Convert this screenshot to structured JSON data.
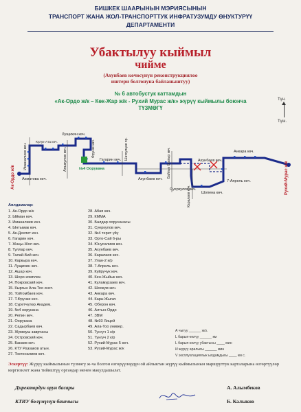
{
  "header": {
    "line1": "БИШКЕК ШААРЫНЫН МЭРИЯСЫНЫН",
    "line2": "ТРАНСПОРТ ЖАНА ЖОЛ-ТРАНСПОРТТУК ИНФРАТУЗУМДУ ӨНУКТУРҮҮ",
    "line3": "ДЕПАРТАМЕНТИ"
  },
  "title": {
    "line1": "Убактылуу кыймыл",
    "line2": "чийме"
  },
  "subtitle": {
    "line1": "(Ахунбаев көчөсүнүн реконструкциялоо",
    "line2": "иштери болгонуна байланыштуу)"
  },
  "route": {
    "line1": "№ 6  автобустук каттамдын",
    "line2": "«Ак-Ордо ж/к – Көк-Жар ж/к - Рухий Мурас ж/к» жүрүү кыймылы боюнча",
    "line3": "ТҮЗМӨГҮ"
  },
  "compass": {
    "north": "Түн.",
    "south": "Түш."
  },
  "map_labels": {
    "ak_ordo": "Ак-Ордо ж/к",
    "akhmatova": "Ахматова көч.",
    "imanaliev": "Иманалиев көч.",
    "kuluk_ata": "Кулук-Ата көч.",
    "lushchikhin": "Лущихин көч.",
    "fronze": "Фрунзе көч.",
    "alykulov": "Алыкулов көч.",
    "gagarin": "Гагарин көч.",
    "oorukana": "№4 Оорукана",
    "shatsultsov": "Шатсулцов пр.",
    "akhunbaev_left": "Ахунбаев көч.",
    "baytyk": "Байтык баатыр көч.",
    "suerkulov": "Суеркулов көч.",
    "karalaev": "Каралаев көч.",
    "akhunbaev_right": "Ахунбаев көч.",
    "ankara": "Анкара көч.",
    "april7": "7-Апрель көч.",
    "shopen": "Шопена көч.",
    "rukhiy": "Рухий-Мурас ж/к"
  },
  "stops": {
    "heading": "Аялдамалар:",
    "col1": [
      "1. Ак-Ордо ж/к",
      "2. Ыйман көч.",
      "3. Иманалиев көч.",
      "4. Ынтымак көч.",
      "5. Ак-Деелет көч.",
      "6. Гагарин көч.",
      "7. Жаңы-Жол көч.",
      "8. Туллар көч.",
      "9. Талай-Бий көч.",
      "10. Каркыра көч.",
      "11. Лущихин көч.",
      "12. Ашар көч.",
      "13. Шоро комплек.",
      "14. Покровский көч.",
      "15. Кыргыз Ала-Тоо инст.",
      "16. Тойгомбаев көч.",
      "17. Т.Фрунзе көч.",
      "18. Суретчүлөр Академ.",
      "19. №4 оорукана",
      "20. Репин көч.",
      "21. Оорукана",
      "22. Садырбаев көч.",
      "23. Жуммуш заврчасы",
      "24. Островский көч.",
      "25. Бакаев көч.",
      "26. КТУ Раззаков атын.",
      "27. Токтоналиев көч."
    ],
    "col2": [
      "28. Абая көч.",
      "29. КММА",
      "30. Балдар оорунанасы",
      "31. Суеркулов көч.",
      "32. №4 терет үйү",
      "33. Орто-Сай 6-ры",
      "34. Юнусалиев көч.",
      "35. Ахунбаев көч.",
      "36. Каралаев көч.",
      "37. Улан-2 к/р",
      "38. 7-Апрель көч.",
      "39. Куйручук көч.",
      "40. Кен-Жыйык көч.",
      "41. Куламурзаев көч.",
      "42. Шоокум көч.",
      "43. Анкара көч.",
      "44. Кара-Жыгач",
      "45. Оберон көч.",
      "46. Алтын-Ордо",
      "47. ЗВМ",
      "48. №93 Лицей",
      "49. Ала-Тоо универ.",
      "50. Тунгуч 1 к/р",
      "51. Тунгуч 2 к/р",
      "52. Рухий-Мурас 5 көч.",
      "53. Рухий-Мурас ж/к"
    ]
  },
  "legend": {
    "l1": "А чыгуу ______ ж/з.",
    "l2": "L барып-келүү ______ км",
    "l3": "L барып-келүү убактысы ____ мин",
    "l4": "И жүрүү аралыгы ______ мин",
    "l5": "V эксплуатациялык ылдамдыгы ____ км с."
  },
  "note": {
    "label": "Эскертүү:",
    "text": "Жүрүү кыймылынын түзмөгү ж-ча болгон өзгөрүүлөрдүн ой айлыктан жүрүү кыймылынын маршруттук карталарына өзгөртүүлөр киргизилет жана тийиштүү органдар менен макулдашылат."
  },
  "signatures": {
    "role1": "Директордун орун басары",
    "name1": "А. Алымбеков",
    "role2": "КТИУ бөлүмүнүн башчысы",
    "name2": "Б. Калыков"
  },
  "colors": {
    "header_text": "#1b2b5e",
    "title_red": "#b8202a",
    "route_green": "#1e8a4a",
    "route_line": "#1a2a8a",
    "stop_marker": "#2a55c8",
    "hospital_green": "#2a9a3a",
    "closure_red": "#d42020"
  }
}
